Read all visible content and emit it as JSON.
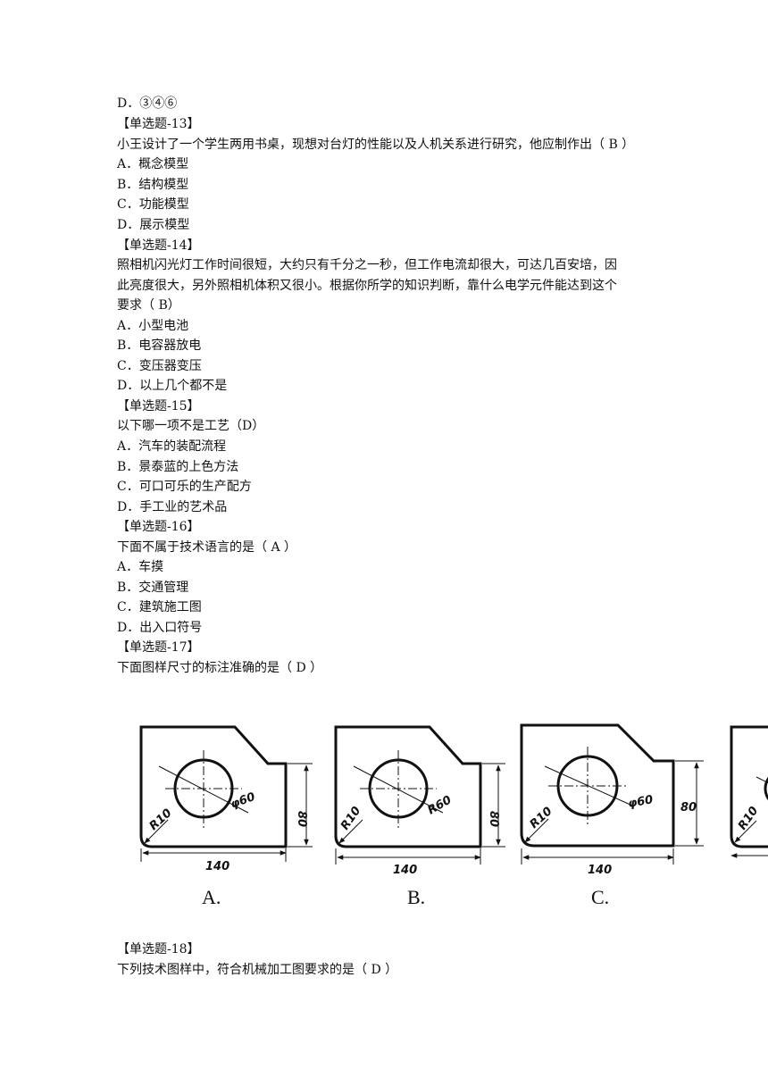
{
  "lines": [
    "D．③④⑥",
    "【单选题-13】",
    "小王设计了一个学生两用书桌，现想对台灯的性能以及人机关系进行研究，他应制作出（ B ）",
    "A．概念模型",
    "B．结构模型",
    "C．功能模型",
    "D．展示模型",
    "【单选题-14】",
    "照相机闪光灯工作时间很短，大约只有千分之一秒，但工作电流却很大，可达几百安培，因",
    "此亮度很大，另外照相机体积又很小。根据你所学的知识判断，靠什么电学元件能达到这个",
    "要求（ B）",
    "A．小型电池",
    "B．电容器放电",
    "C．变压器变压",
    "D．以上几个都不是",
    "【单选题-15】",
    "以下哪一项不是工艺（D）",
    "A．汽车的装配流程",
    "B．景泰蓝的上色方法",
    "C．可口可乐的生产配方",
    "D．手工业的艺术品",
    "【单选题-16】",
    "下面不属于技术语言的是（ A ）",
    "A．车摸",
    "B．交通管理",
    "C．建筑施工图",
    "D．出入口符号",
    "【单选题-17】",
    "下面图样尺寸的标注准确的是（ D ）"
  ],
  "figure": {
    "options": [
      {
        "label": "A.",
        "radius": "R10",
        "circle": "φ60",
        "height": "80",
        "width": "140"
      },
      {
        "label": "B.",
        "radius": "R10",
        "circle": "R60",
        "height": "80",
        "width": "140"
      },
      {
        "label": "C.",
        "radius": "R10",
        "circle": "φ60",
        "height": "80",
        "width": "140"
      },
      {
        "label": "",
        "radius": "R10",
        "circle": "",
        "height": "",
        "width": ""
      }
    ]
  },
  "after": [
    "【单选题-18】",
    "下列技术图样中，符合机械加工图要求的是（ D ）"
  ]
}
